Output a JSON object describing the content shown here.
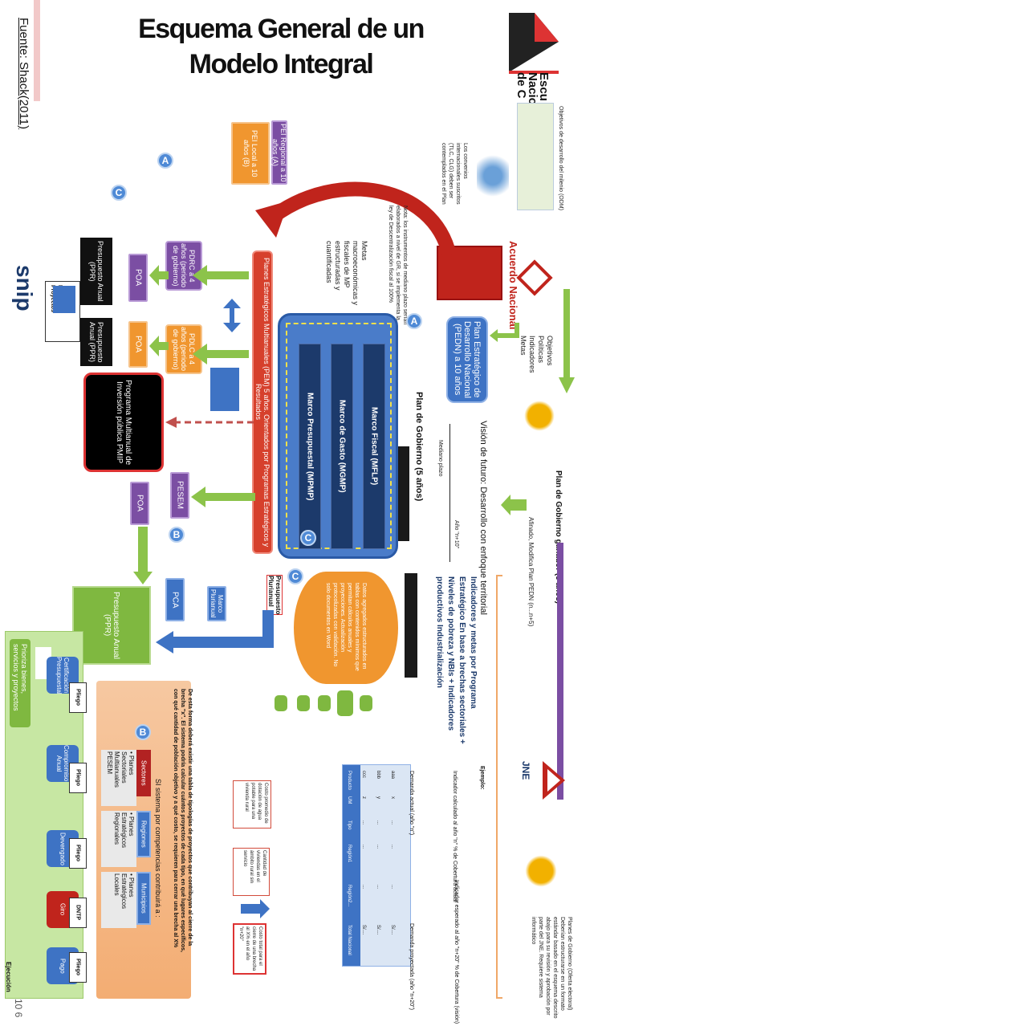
{
  "header": {
    "title_line1": "Esquema General de un",
    "title_line2": "Modelo Integral",
    "source": "Fuente: Shack(2011)",
    "logo_text": "Escu\nNacio\nde C"
  },
  "labels": {
    "acuerdo_nacional": "Acuerdo Nacional",
    "plan_estrategico": "Plan Estratégico de Desarrollo Nacional (PEDN) a 10 años",
    "objetivos_list": "Objetivos\nPolíticas\nIndicadores\nMetas",
    "plan_gobierno": "Plan de Gobierno (5 años)",
    "plan_gobierno_ganador": "Plan de Gobierno ganador (5 años)",
    "vision_futuro": "Visión de futuro: Desarrollo con enfoque territorial",
    "mediano_plazo": "Mediano plazo",
    "anio": "Año \"n+10\"",
    "afinado": "Afinado, Modifica Plan PEDN (n...n+5)",
    "indicadores": "Indicadores y metas por Programa Estratégico En base a brechas sectoriales + Niveles de pobreza y NBIs + Indicadores productivos Industrialización",
    "pei_regional": "PEI Regional a 10 años (A)",
    "pei_local": "PEI Local a 10 años (B)",
    "marco_fiscal": "Marco Fiscal (MFLP)",
    "marco_gasto": "Marco de Gasto (MGMP)",
    "marco_presupuestal": "Marco Presupuestal (MPMP)",
    "planes_multianuales": "Planes Estratégicos Multianuales (PEM) 5 años. Orientados por Programas Estratégicos y Resultados",
    "pdrc": "PDRC a 4 años (periodo de gobierno)",
    "pdlc": "PDLC a 4 años (periodo de gobierno)",
    "poa_1": "POA",
    "poa_2": "POA",
    "poa_3": "POA",
    "presupuesto_anual_1": "Presupuesto Anual (PPR)",
    "presupuesto_anual_2": "Presupuesto Anual (PPR)",
    "presupuesto_anual_big": "Presupuesto Anual (PPR)",
    "pmip": "Programa Multianual de Inversión pública PMIP",
    "pesem": "PESEM",
    "presupuesto_plurianual": "Presupuesto Plurianual",
    "marco_plurianual": "Marco Plurianual",
    "datos_agregados": "Datos agregados estructurados en tablas con contenidos mínimos que permitan cálculos anuales y proyecciones. Actualización protocolizadas con validación. No solo documentos en Word",
    "metas_macro": "Metas macroeconómicas y fiscales de MP estructuradas y cuantificadas",
    "nota_instrumentos": "Nota: los instrumentos de mediano plazo serían elaborados a nivel de GR, si se implementa la ley de Descentralización fiscal al 100%",
    "objetivos_milenio": "Objetivos de desarrollo del milenio (ODM)",
    "convenios": "Los convenios internacionales suscritos (TLC, CLG) deben ser contemplados en el Plan",
    "certificacion": "Certificación Presupuestal",
    "compromiso": "Compromiso Anual",
    "devengado": "Devengado",
    "giro": "Giro",
    "pago": "Pago",
    "pliego": "Pliego",
    "dnpp": "DNTP",
    "prioriza": "Prioriza bienes, servicios y proyectos",
    "ejecucion": "Ejecución",
    "sectores": "Sectores",
    "regiones": "Regiones",
    "municipios": "Municipios",
    "planes_sectoriales": "• Planes Sectoriales Multianuales PESEM",
    "planes_regionales": "• Planes Estratégicos Regionales",
    "planes_locales": "• Planes Estratégicos Locales",
    "sistema_competitivo": "SI sistema por competencias contribuirá a :",
    "forma_tabla": "De esta forma deberá existir una tabla de tipologías de proyectos que contribuyan al cierre de la brecha \"x\". El sistema podría calcular cuántos proyectos de cada tipo, en qué lugares específicos, con qué cantidad de población objetivo y a qué costo, se requieren para cerrar una brecha al X%",
    "page_number": "10 6",
    "jne": "JNE",
    "snip": "snip",
    "banco_proyectos": "Banco de Proyectos",
    "demanda_actual": "Demanda actual (año \"n\")",
    "demanda_proyectada": "Demanda proyectada (año \"n+20\")",
    "costo_promedio": "Costo promedio de dotación de agua potable para una vivienda rural",
    "cantidad_viviendas": "Cantidad de viviendas en el ámbito rural sin servicio",
    "costo_total": "Costo total para el cierre de una brecha al X% en el año \"n+20\"",
    "ejemplo": "Ejemplo:",
    "indicador_actual": "Indicador calculado al año \"n\" % de Cobertura actual",
    "indicador_esperado": "Indicador esperado al año \"n+20\" % de Cobertura (visión)",
    "planes_gobierno_note": "Planes de Gobierno (Oferta electoral) Deberían estructurarse en un formato estándar basado en el esquema descrito abajo para su revisión y aprobación por parte del JNE. Requiere sistema informático"
  },
  "colors": {
    "blue": "#3e73c4",
    "purple": "#7b4ea3",
    "orange": "#f0962f",
    "green": "#7fb840",
    "navy": "#1c3a6b",
    "red": "#d6402c"
  },
  "table": {
    "columns": [
      "Producto",
      "UM",
      "Tipo",
      "Región1",
      "Región2...",
      "Total Nacional"
    ],
    "rows": [
      [
        "aaa",
        "x",
        "...",
        "...",
        "...",
        "S/...."
      ],
      [
        "bbb",
        "y",
        "...",
        "...",
        "...",
        "S/...."
      ],
      [
        "ccc",
        "z",
        "...",
        "...",
        "...",
        "S/...."
      ]
    ]
  }
}
